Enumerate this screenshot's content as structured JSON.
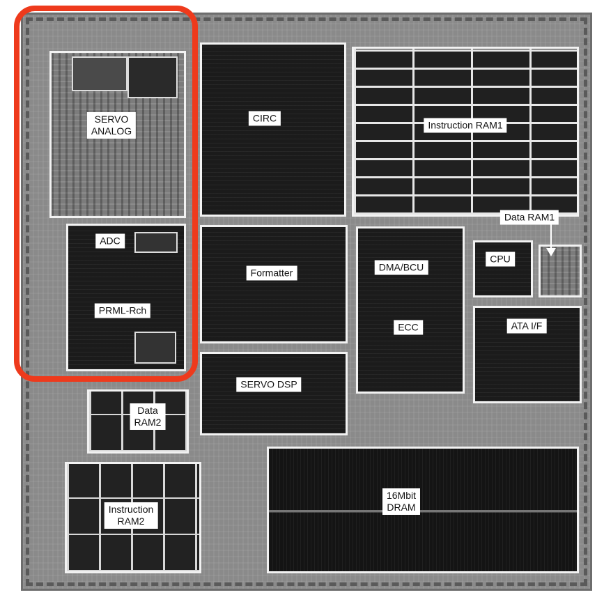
{
  "labels": {
    "servo_analog": "SERVO\nANALOG",
    "circ": "CIRC",
    "instruction_ram1": "Instruction RAM1",
    "data_ram1": "Data RAM1",
    "adc": "ADC",
    "prml_rch": "PRML-Rch",
    "formatter": "Formatter",
    "dma_bcu": "DMA/BCU",
    "cpu": "CPU",
    "ecc": "ECC",
    "ata_if": "ATA I/F",
    "servo_dsp": "SERVO DSP",
    "data_ram2": "Data\nRAM2",
    "instruction_ram2": "Instruction\nRAM2",
    "dram": "16Mbit\nDRAM"
  },
  "colors": {
    "highlight": "#ee3a1c",
    "block_border": "#f2f2f2"
  }
}
